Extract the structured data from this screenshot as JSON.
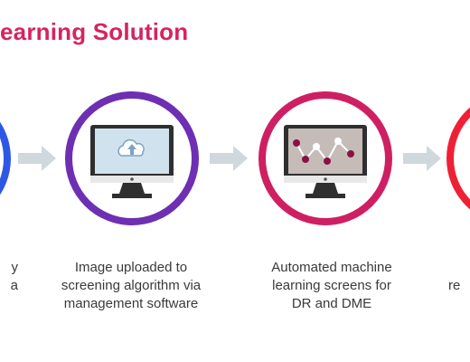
{
  "title": "earning Solution",
  "colors": {
    "title": "#d6245f",
    "ring_blue": "#2f57e6",
    "ring_purple": "#6e2fb3",
    "ring_magenta": "#cf1f63",
    "ring_red": "#ef2036",
    "arrow": "#cfd8dc",
    "monitor_body": "#2f2f2f",
    "screen_light": "#cfe2ee",
    "screen_chart": "#c5bcb8",
    "dot": "#8a1242"
  },
  "steps": [
    {
      "caption": "y\na"
    },
    {
      "caption": "Image uploaded to\nscreening algorithm via\nmanagement software",
      "icon": "cloud-upload-icon"
    },
    {
      "caption": "Automated machine\nlearning screens for\nDR and DME",
      "icon": "line-chart-icon"
    },
    {
      "caption": "re"
    }
  ]
}
